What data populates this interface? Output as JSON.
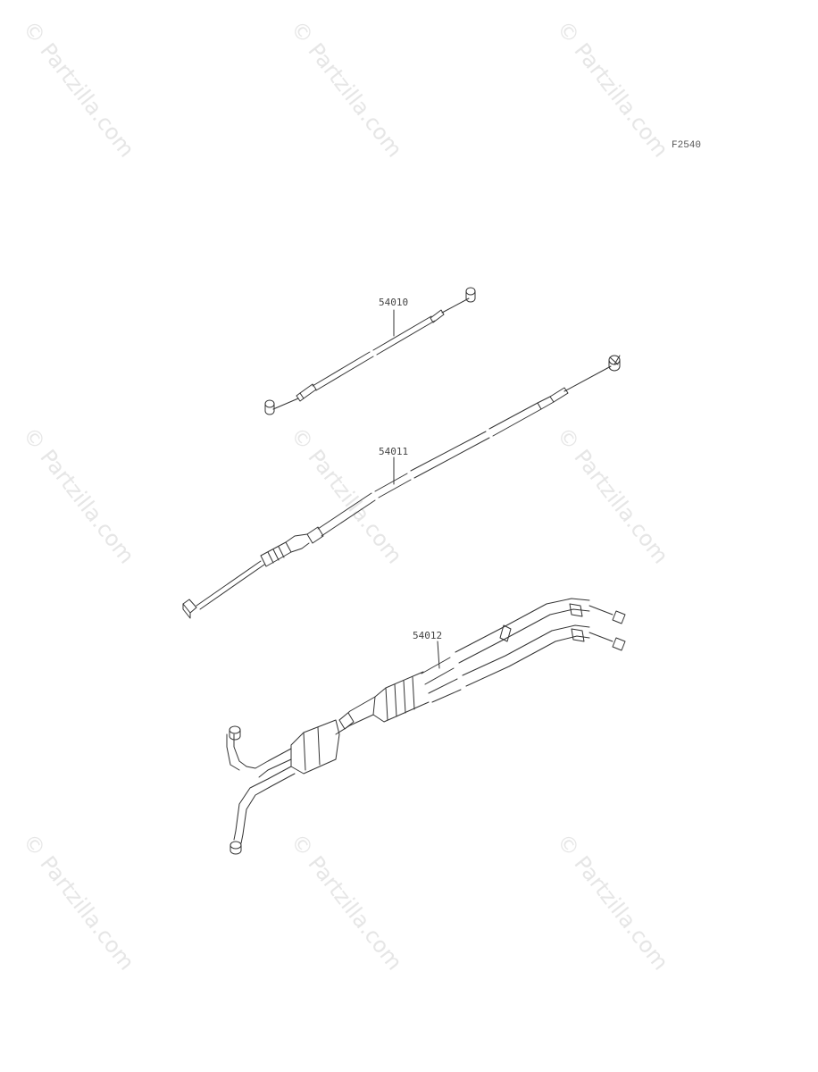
{
  "figure_code": "F2540",
  "watermark_text": "© Partzilla.com",
  "parts": [
    {
      "number": "54010"
    },
    {
      "number": "54011"
    },
    {
      "number": "54012"
    }
  ],
  "colors": {
    "line": "#333333",
    "watermark": "#e6e6e6"
  }
}
